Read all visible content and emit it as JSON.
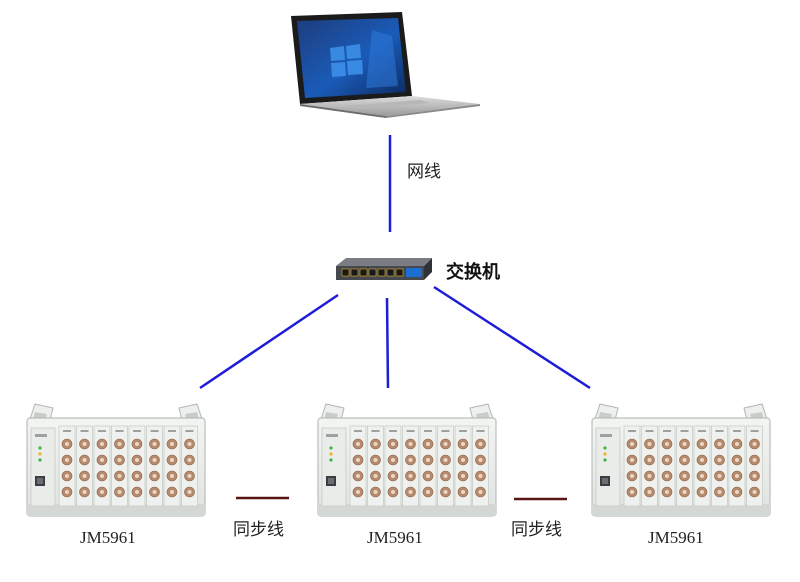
{
  "links": {
    "network_cable_label": "网线",
    "sync_cable_label": "同步线"
  },
  "devices": {
    "switch_label": "交换机",
    "units": [
      {
        "label": "JM5961"
      },
      {
        "label": "JM5961"
      },
      {
        "label": "JM5961"
      }
    ]
  },
  "colors": {
    "network_line": "#1d1dd6",
    "sync_line": "#5a1414",
    "chassis": "#e7ebe7",
    "chassis_edge": "#b9bfbc",
    "bnc": "#b88a6c",
    "switch_body": "#4a4d52",
    "switch_accent": "#1c6fd1"
  },
  "icons": {
    "laptop": "laptop-icon",
    "switch": "network-switch-icon",
    "instrument": "data-acquisition-chassis-icon"
  }
}
